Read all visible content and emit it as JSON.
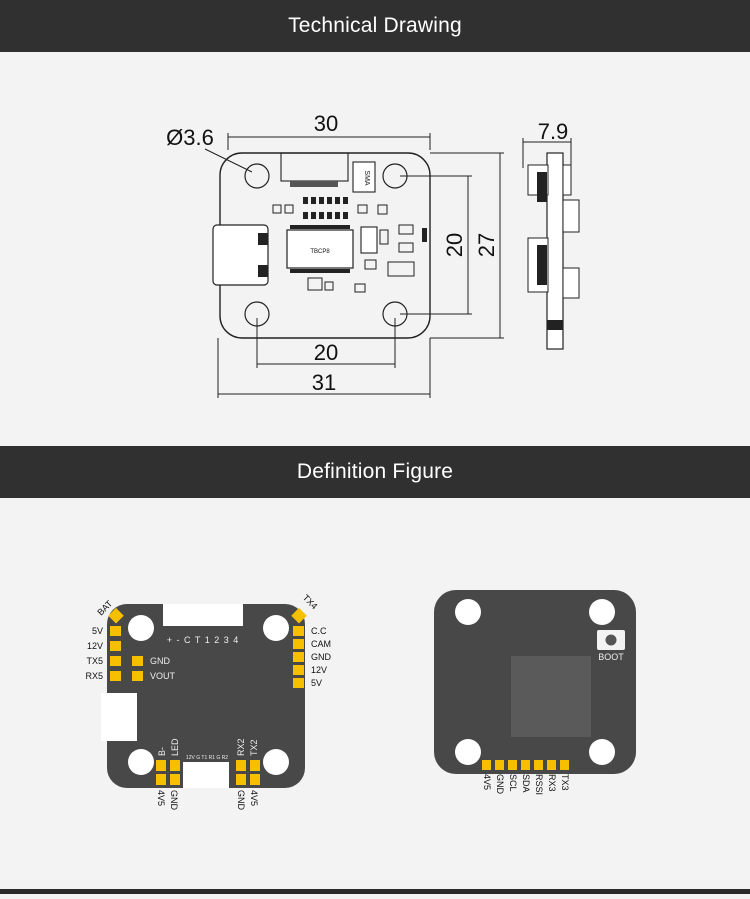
{
  "headers": {
    "technical": "Technical Drawing",
    "definition": "Definition Figure"
  },
  "technical_drawing": {
    "hole_dia": "Ø3.6",
    "width_top": "30",
    "width_bottom": "31",
    "hole_spacing_h": "20",
    "hole_spacing_v": "20",
    "height": "27",
    "side_thickness": "7.9",
    "chip_label": "TBCP8",
    "sma_label": "SMA"
  },
  "definition_figure": {
    "front": {
      "corner_left": "BAT",
      "corner_right": "TX4",
      "left_pins": [
        "5V",
        "12V",
        "TX5",
        "RX5"
      ],
      "inner_pins": [
        "GND",
        "VOUT"
      ],
      "right_pins": [
        "C.C",
        "CAM",
        "GND",
        "12V",
        "5V"
      ],
      "connector_label": "+ - C T 1 2 3 4",
      "bottom_connector_label": "12V G T1 R1 G R2",
      "bottom_top_pins": [
        "B-",
        "LED",
        "RX2",
        "TX2"
      ],
      "bottom_under_pins": [
        "4V5",
        "GND",
        "GND",
        "4V5"
      ]
    },
    "back": {
      "boot_label": "BOOT",
      "bottom_pins": [
        "4V5",
        "GND",
        "SCL",
        "SDA",
        "RSSI",
        "RX3",
        "TX3"
      ]
    }
  },
  "colors": {
    "header_bg": "#303030",
    "board": "#484848",
    "pad": "#f6c000"
  }
}
